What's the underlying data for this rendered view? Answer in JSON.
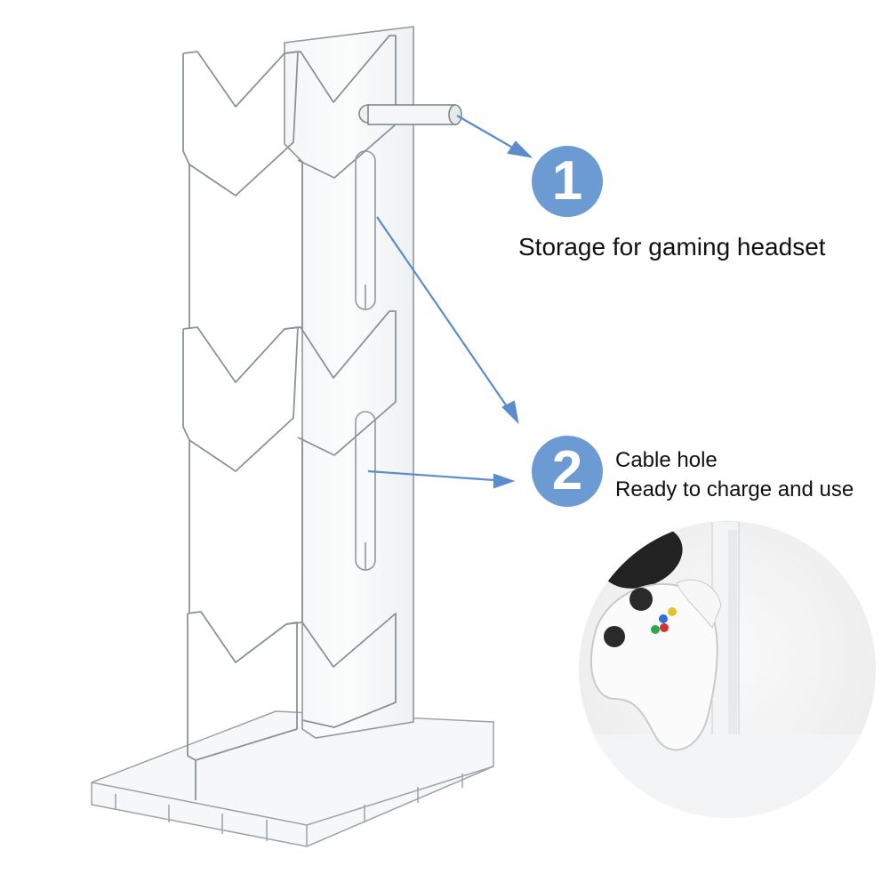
{
  "callouts": [
    {
      "number": "1",
      "lines": [
        "Storage for gaming headset"
      ]
    },
    {
      "number": "2",
      "lines": [
        "Cable hole",
        "Ready to charge and use"
      ]
    }
  ],
  "colors": {
    "badge": "#6b9bd2",
    "arrow": "#5b8ccc",
    "text": "#111111",
    "background": "#ffffff"
  },
  "icons": {
    "product": "acrylic-controller-stand-image",
    "inset": "controller-on-stand-closeup-image"
  }
}
